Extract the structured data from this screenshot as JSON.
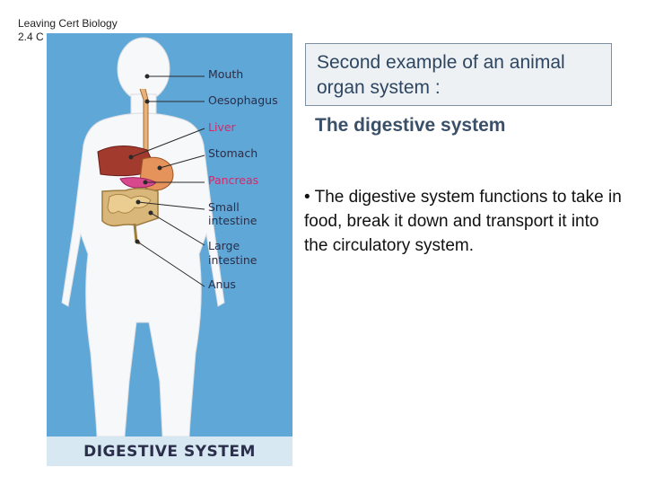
{
  "header": {
    "course_line": "Leaving Cert Biology",
    "section_line": "2.4 C"
  },
  "figure": {
    "caption": "DIGESTIVE SYSTEM",
    "labels": {
      "mouth": "Mouth",
      "oesophagus": "Oesophagus",
      "liver": "Liver",
      "stomach": "Stomach",
      "pancreas": "Pancreas",
      "small_intestine_1": "Small",
      "small_intestine_2": "intestine",
      "large_intestine_1": "Large",
      "large_intestine_2": "intestine",
      "anus": "Anus"
    },
    "colors": {
      "background": "#5ea7d6",
      "label_default": "#2d2d48",
      "label_highlight": "#d5296a"
    }
  },
  "slide": {
    "title": "Second example of an animal organ system :",
    "subtitle": "The digestive system",
    "bullet": "• The digestive system functions to take in food, break it down and transport it into the circulatory system."
  }
}
